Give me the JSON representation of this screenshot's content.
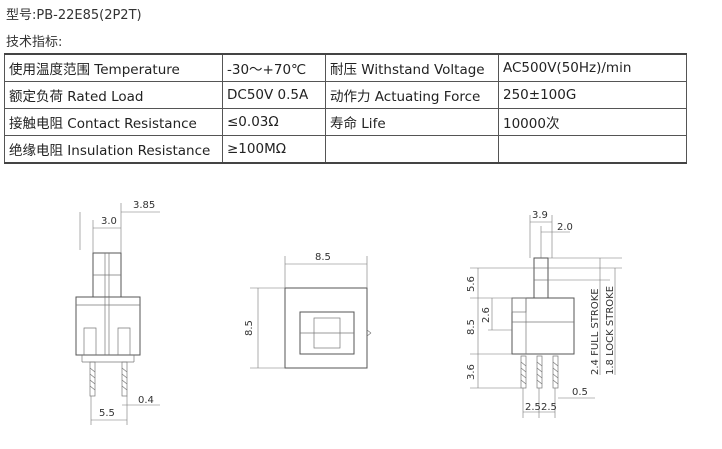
{
  "model_line": "型号:PB-22E85(2P2T)",
  "spec_heading": "技术指标:",
  "specs": {
    "rows": [
      [
        "使用温度范围 Temperature",
        "-30～+70℃",
        "耐压 Withstand Voltage",
        "AC500V(50Hz)/min"
      ],
      [
        "额定负荷 Rated Load",
        "DC50V 0.5A",
        "动作力 Actuating Force",
        "250±100G"
      ],
      [
        "接触电阻 Contact Resistance",
        "≤0.03Ω",
        "寿命 Life",
        "10000次"
      ],
      [
        "绝缘电阻 Insulation Resistance",
        "≥100MΩ",
        "",
        ""
      ]
    ]
  },
  "drawing": {
    "side_view": {
      "dim_top_a": "3.0",
      "dim_top_b": "3.85",
      "dim_bottom_a": "5.5",
      "dim_bottom_b": "0.4"
    },
    "top_view": {
      "dim_width": "8.5",
      "dim_height": "8.5"
    },
    "front_view": {
      "dim_top_a": "3.9",
      "dim_top_b": "2.0",
      "dim_left_a": "5.6",
      "dim_left_b": "8.5",
      "dim_left_c": "2.6",
      "dim_left_d": "3.6",
      "dim_bottom_a": "2.5",
      "dim_bottom_b": "2.5",
      "dim_bottom_c": "0.5",
      "full_stroke": "2.4 FULL STROKE",
      "lock_stroke": "1.8 LOCK STROKE"
    }
  }
}
